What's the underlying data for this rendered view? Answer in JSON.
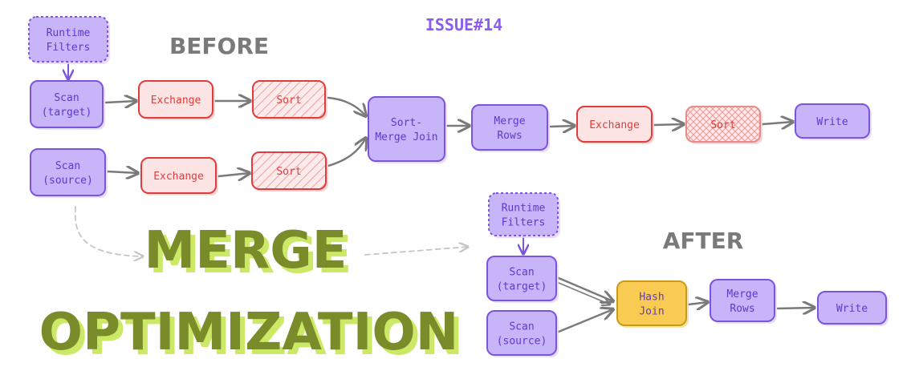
{
  "colors": {
    "scan_fill": "#c8b4f8",
    "scan_stroke": "#7b55e0",
    "scan_text": "#5a3cc8",
    "shuffle_fill": "#fde4e4",
    "shuffle_stroke": "#e13c3c",
    "shuffle_text": "#e13c3c",
    "join_fill": "#f9cb52",
    "join_stroke": "#c99a1a",
    "join_text": "#5a3cc8",
    "arrow": "#7a7a7a",
    "dashed_arrow": "#c5c5c5",
    "heading": "#7a7a7a",
    "issue": "#8a5cf0",
    "title_fill": "#7a8b2a",
    "title_shadow": "#cbe866"
  },
  "labels": {
    "issue": "ISSUE#14",
    "before": "BEFORE",
    "after": "AFTER",
    "title_line1": "MERGE",
    "title_line2": "OPTIMIZATION"
  },
  "nodes": {
    "runtime_filters_before": [
      "Runtime",
      "Filters"
    ],
    "scan_target_before": [
      "Scan",
      "(target)"
    ],
    "exchange_top": [
      "Exchange"
    ],
    "sort_top": [
      "Sort"
    ],
    "scan_source_before": [
      "Scan",
      "(source)"
    ],
    "exchange_bottom": [
      "Exchange"
    ],
    "sort_bottom": [
      "Sort"
    ],
    "sort_merge_join": [
      "Sort-",
      "Merge Join"
    ],
    "merge_rows_before": [
      "Merge",
      "Rows"
    ],
    "exchange_after_merge": [
      "Exchange"
    ],
    "sort_after_merge": [
      "Sort"
    ],
    "write_before": [
      "Write"
    ],
    "runtime_filters_after": [
      "Runtime",
      "Filters"
    ],
    "scan_target_after": [
      "Scan",
      "(target)"
    ],
    "scan_source_after": [
      "Scan",
      "(source)"
    ],
    "hash_join": [
      "Hash",
      "Join"
    ],
    "merge_rows_after": [
      "Merge",
      "Rows"
    ],
    "write_after": [
      "Write"
    ]
  }
}
